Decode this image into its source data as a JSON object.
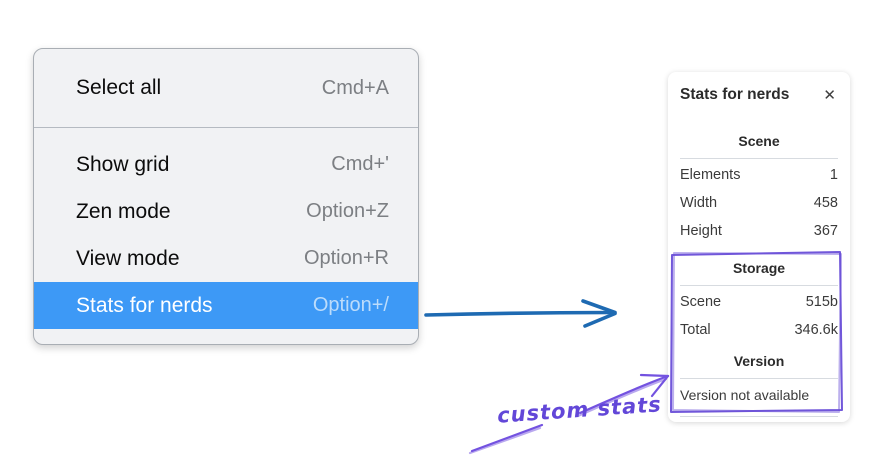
{
  "context_menu": {
    "items": [
      {
        "label": "Select all",
        "shortcut": "Cmd+A",
        "highlighted": false
      },
      {
        "label": "Show grid",
        "shortcut": "Cmd+'",
        "highlighted": false
      },
      {
        "label": "Zen mode",
        "shortcut": "Option+Z",
        "highlighted": false
      },
      {
        "label": "View mode",
        "shortcut": "Option+R",
        "highlighted": false
      },
      {
        "label": "Stats for nerds",
        "shortcut": "Option+/",
        "highlighted": true
      }
    ],
    "highlight_color": "#3d99f6"
  },
  "stats_panel": {
    "title": "Stats for nerds",
    "close_label": "✕",
    "scene": {
      "heading": "Scene",
      "rows": [
        {
          "label": "Elements",
          "value": "1"
        },
        {
          "label": "Width",
          "value": "458"
        },
        {
          "label": "Height",
          "value": "367"
        }
      ]
    },
    "storage": {
      "heading": "Storage",
      "rows": [
        {
          "label": "Scene",
          "value": "515b"
        },
        {
          "label": "Total",
          "value": "346.6k"
        }
      ]
    },
    "version": {
      "heading": "Version",
      "note": "Version not available"
    }
  },
  "annotation": {
    "label": "custom stats",
    "annotation_color": "#6a4fd8",
    "arrow_color": "#1e6ab2"
  }
}
